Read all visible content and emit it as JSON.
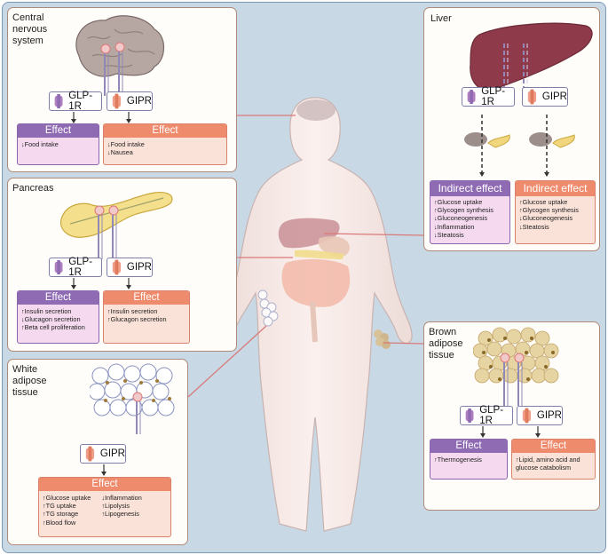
{
  "colors": {
    "glp1r": "#8f6bb3",
    "gipr": "#ef8b6d",
    "frame": "#c9d8e5",
    "connector": "#d98080"
  },
  "cns": {
    "title": "Central\nnervous\nsystem",
    "glp1r_label": "GLP-1R",
    "gipr_label": "GIPR",
    "glp1r_effect": {
      "header": "Effect",
      "items": [
        "↓Food intake"
      ]
    },
    "gipr_effect": {
      "header": "Effect",
      "items": [
        "↓Food intake",
        "↓Nausea"
      ]
    }
  },
  "pancreas": {
    "title": "Pancreas",
    "glp1r_label": "GLP-1R",
    "gipr_label": "GIPR",
    "glp1r_effect": {
      "header": "Effect",
      "items": [
        "↑Insulin secretion",
        "↓Glucagon secretion",
        "↑Beta cell proliferation"
      ]
    },
    "gipr_effect": {
      "header": "Effect",
      "items": [
        "↑Insulin secretion",
        "↑Glucagon secretion"
      ]
    }
  },
  "wat": {
    "title": "White\nadipose\ntissue",
    "gipr_label": "GIPR",
    "effect": {
      "header": "Effect",
      "col1": [
        "↑Glucose uptake",
        "↑TG uptake",
        "↑TG storage",
        "↑Blood flow"
      ],
      "col2": [
        "↓Inflammation",
        "↑Lipolysis",
        "↑Lipogenesis"
      ]
    }
  },
  "liver": {
    "title": "Liver",
    "glp1r_label": "GLP-1R",
    "gipr_label": "GIPR",
    "glp1r_effect": {
      "header": "Indirect effect",
      "items": [
        "↑Glucose uptake",
        "↑Glycogen synthesis",
        "↓Gluconeogenesis",
        "↓Inflammation",
        "↓Steatosis"
      ]
    },
    "gipr_effect": {
      "header": "Indirect effect",
      "items": [
        "↑Glucose uptake",
        "↑Glycogen synthesis",
        "↓Gluconeogenesis",
        "↓Steatosis"
      ]
    }
  },
  "bat": {
    "title": "Brown\nadipose\ntissue",
    "glp1r_label": "GLP-1R",
    "gipr_label": "GIPR",
    "glp1r_effect": {
      "header": "Effect",
      "items": [
        "↑Thermogenesis"
      ]
    },
    "gipr_effect": {
      "header": "Effect",
      "items": [
        "↑Lipid, amino acid and",
        "glucose catabolism"
      ]
    }
  }
}
